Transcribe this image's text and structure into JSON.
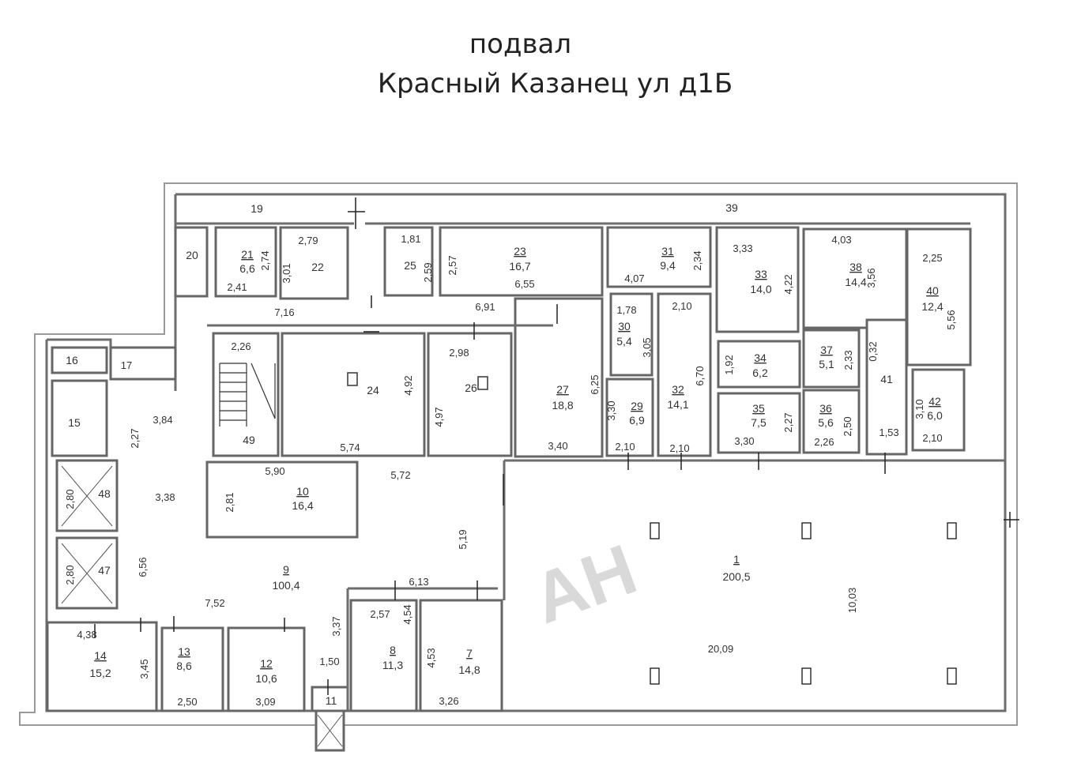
{
  "title": {
    "line1": "подвал",
    "line2": "Красный Казанец ул д1Б"
  },
  "watermark": "AH",
  "rooms": [
    {
      "number": "19"
    },
    {
      "number": "39"
    },
    {
      "number": "20"
    },
    {
      "number": "21",
      "area": "6,6"
    },
    {
      "number": "22"
    },
    {
      "number": "25"
    },
    {
      "number": "23",
      "area": "16,7"
    },
    {
      "number": "31",
      "area": "9,4"
    },
    {
      "number": "33",
      "area": "14,0"
    },
    {
      "number": "38",
      "area": "14,4"
    },
    {
      "number": "40",
      "area": "12,4"
    },
    {
      "number": "30",
      "area": "5,4"
    },
    {
      "number": "32",
      "area": "14,1"
    },
    {
      "number": "27",
      "area": "18,8"
    },
    {
      "number": "29",
      "area": "6,9"
    },
    {
      "number": "34",
      "area": "6,2"
    },
    {
      "number": "37",
      "area": "5,1"
    },
    {
      "number": "41"
    },
    {
      "number": "35",
      "area": "7,5"
    },
    {
      "number": "36",
      "area": "5,6"
    },
    {
      "number": "42",
      "area": "6,0"
    },
    {
      "number": "24"
    },
    {
      "number": "26"
    },
    {
      "number": "49"
    },
    {
      "number": "16"
    },
    {
      "number": "15"
    },
    {
      "number": "17"
    },
    {
      "number": "10",
      "area": "16,4"
    },
    {
      "number": "48"
    },
    {
      "number": "47"
    },
    {
      "number": "9",
      "area": "100,4"
    },
    {
      "number": "14",
      "area": "15,2"
    },
    {
      "number": "13",
      "area": "8,6"
    },
    {
      "number": "12",
      "area": "10,6"
    },
    {
      "number": "11"
    },
    {
      "number": "8",
      "area": "11,3"
    },
    {
      "number": "7",
      "area": "14,8"
    },
    {
      "number": "1",
      "area": "200,5"
    }
  ],
  "dimensions": [
    "2,74",
    "2,41",
    "2,79",
    "3,01",
    "1,81",
    "2,59",
    "2,57",
    "6,55",
    "7,16",
    "6,91",
    "4,07",
    "2,34",
    "3,33",
    "4,22",
    "4,03",
    "3,56",
    "2,25",
    "5,56",
    "1,78",
    "3,05",
    "2,10",
    "6,70",
    "6,25",
    "3,40",
    "3,30",
    "2,10",
    "2,10",
    "1,92",
    "2,33",
    "0,32",
    "3,30",
    "2,27",
    "2,26",
    "2,50",
    "1,53",
    "3,10",
    "2,10",
    "2,26",
    "4,92",
    "5,74",
    "2,98",
    "4,97",
    "3,84",
    "2,27",
    "5,90",
    "5,72",
    "2,81",
    "2,80",
    "3,38",
    "2,80",
    "6,56",
    "7,52",
    "5,19",
    "6,13",
    "4,38",
    "3,45",
    "2,50",
    "3,09",
    "3,37",
    "1,50",
    "2,57",
    "4,54",
    "4,53",
    "3,26",
    "10,03",
    "20,09"
  ]
}
